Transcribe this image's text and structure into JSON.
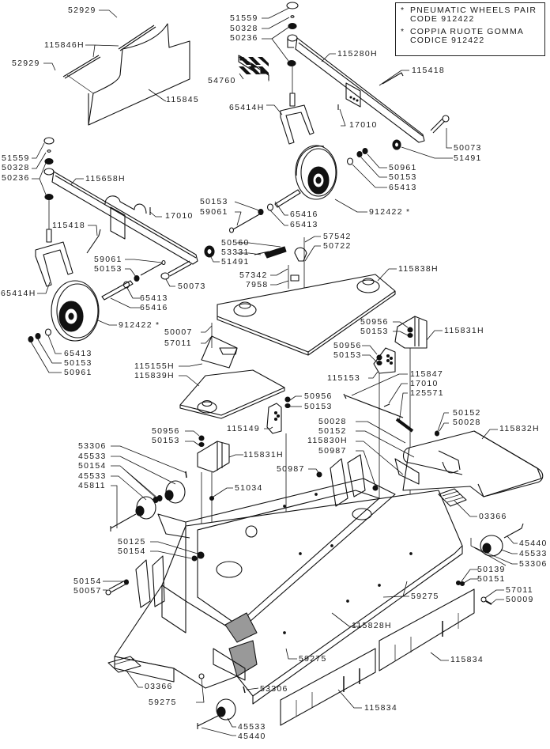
{
  "note": {
    "lines": [
      {
        "bullet": "*",
        "line1": "PNEUMATIC WHEELS PAIR",
        "line2": "CODE 912422"
      },
      {
        "bullet": "*",
        "line1": "COPPIA RUOTE GOMMA",
        "line2": "CODICE 912422"
      }
    ]
  },
  "labels": {
    "l52929a": "52929",
    "l115846H": "115846H",
    "l52929b": "52929",
    "l115845": "115845",
    "l51559a": "51559",
    "l50328a": "50328",
    "l50236a": "50236",
    "l115280H": "115280H",
    "l54760": "54760",
    "l115418a": "115418",
    "l65414Ha": "65414H",
    "l17010a": "17010",
    "l50073a": "50073",
    "l51491a": "51491",
    "l50961a": "50961",
    "l50153a": "50153",
    "l65413a": "65413",
    "l51559b": "51559",
    "l50328b": "50328",
    "l50236b": "50236",
    "l115658H": "115658H",
    "l17010b": "17010",
    "l50153b": "50153",
    "l59061a": "59061",
    "l65416a": "65416",
    "l65413b": "65413",
    "l912422a": "912422 *",
    "l115418b": "115418",
    "l50560": "50560",
    "l53331": "53331",
    "l57542": "57542",
    "l50722": "50722",
    "l51491b": "51491",
    "l59061b": "59061",
    "l50153c": "50153",
    "l57342": "57342",
    "l7958": "7958",
    "l50073b": "50073",
    "l115838H": "115838H",
    "l65414Hb": "65414H",
    "l65413c": "65413",
    "l65416b": "65416",
    "l912422b": "912422 *",
    "l50007": "50007",
    "l57011a": "57011",
    "l65413d": "65413",
    "l50153d": "50153",
    "l50961b": "50961",
    "l50956a": "50956",
    "l50153e": "50153",
    "l115831Ha": "115831H",
    "l50956b": "50956",
    "l50153f": "50153",
    "l115155H": "115155H",
    "l115839H": "115839H",
    "l115153": "115153",
    "l115847": "115847",
    "l17010c": "17010",
    "l125571": "125571",
    "l50956c": "50956",
    "l50153g": "50153",
    "l50152a": "50152",
    "l50028a": "50028",
    "l115149": "115149",
    "l50956d": "50956",
    "l50153h": "50153",
    "l50028b": "50028",
    "l50152b": "50152",
    "l115830H": "115830H",
    "l115832H": "115832H",
    "l53306a": "53306",
    "l115831Hb": "115831H",
    "l50987a": "50987",
    "l50987b": "50987",
    "l45533a": "45533",
    "l50154a": "50154",
    "l45533b": "45533",
    "l45811": "45811",
    "l51034": "51034",
    "l03366a": "03366",
    "l45440a": "45440",
    "l45533c": "45533",
    "l53306b": "53306",
    "l50125": "50125",
    "l50154b": "50154",
    "l50139": "50139",
    "l50151": "50151",
    "l57011b": "57011",
    "l50009": "50009",
    "l50154c": "50154",
    "l50057": "50057",
    "l59275a": "59275",
    "l115828H": "115828H",
    "l59275b": "59275",
    "l115834a": "115834",
    "l03366b": "03366",
    "l59275c": "59275",
    "l53306c": "53306",
    "l115834b": "115834",
    "l45533d": "45533",
    "l45440b": "45440"
  }
}
